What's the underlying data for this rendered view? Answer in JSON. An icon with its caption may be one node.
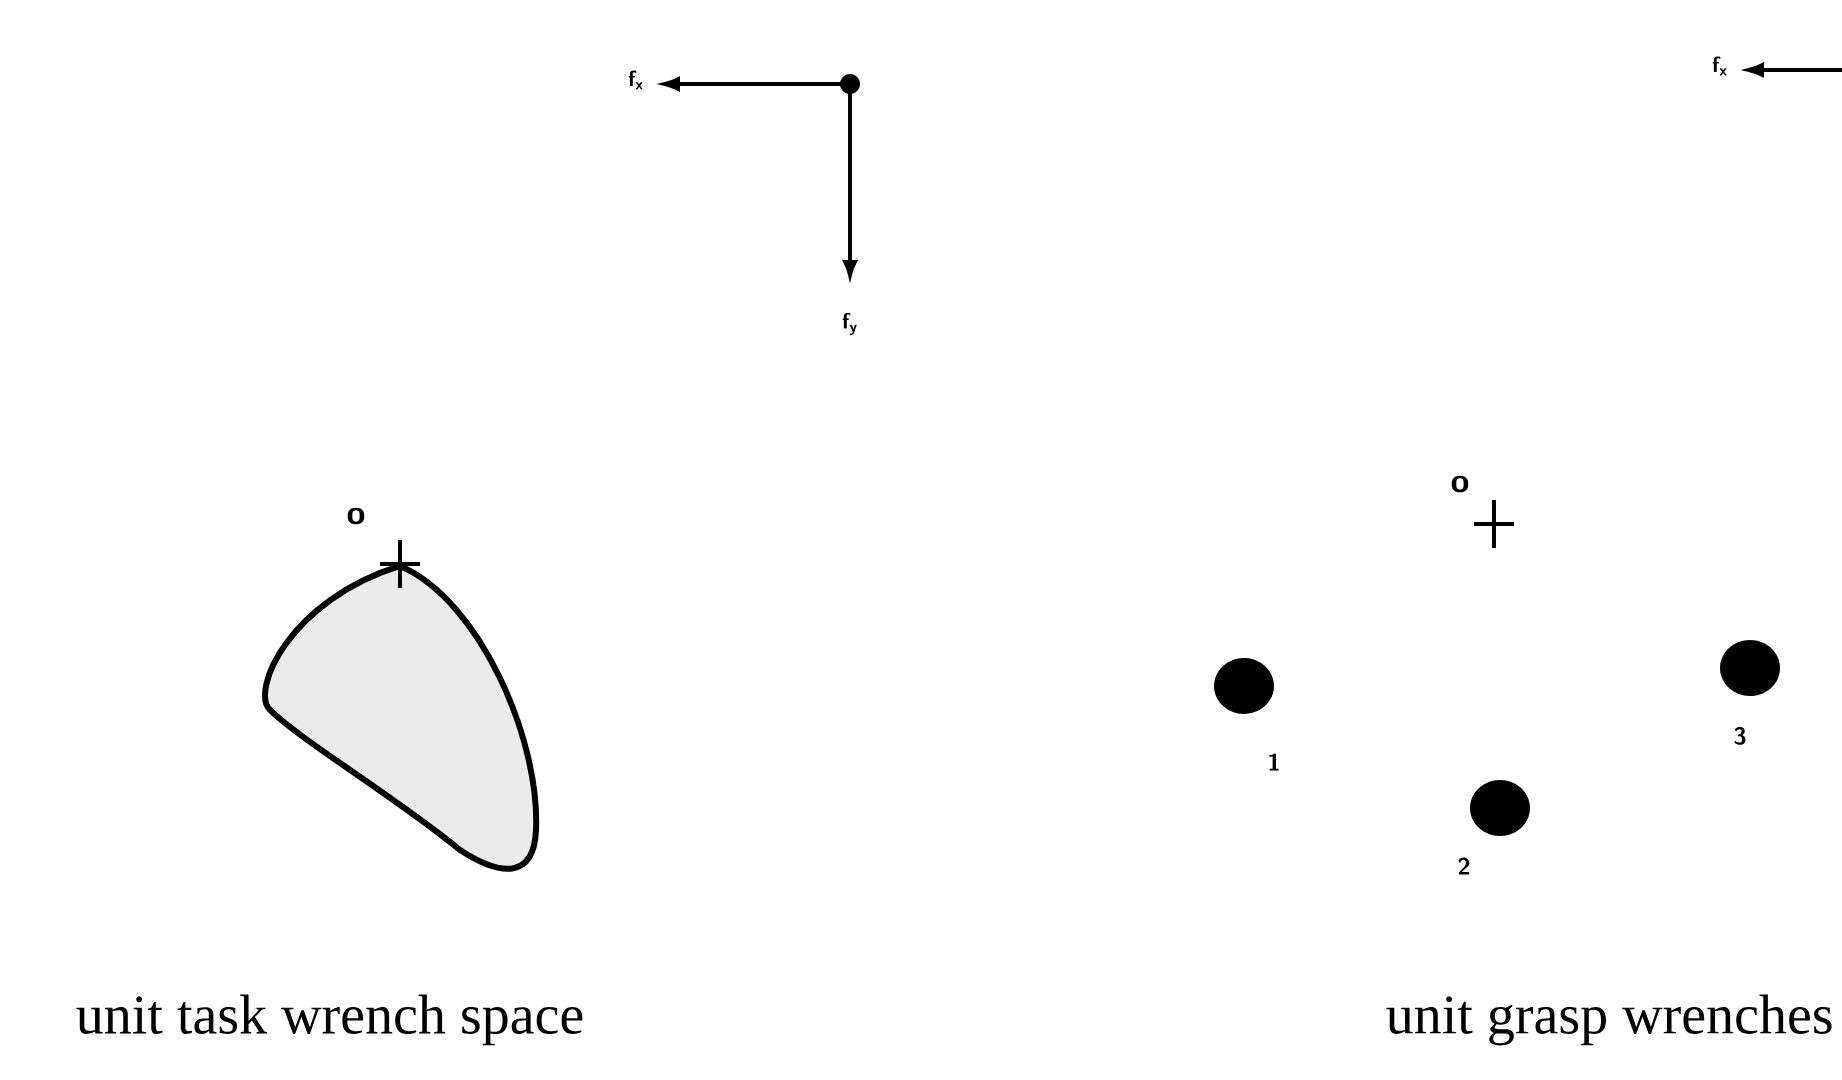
{
  "diagram": {
    "labels": [
      "f$_{x}$",
      "f$_{x}$",
      "f$_{y}$",
      "o",
      "o",
      "1",
      "3",
      "2",
      "unit task wrench space",
      "unit grasp wrenches"
    ]
  }
}
